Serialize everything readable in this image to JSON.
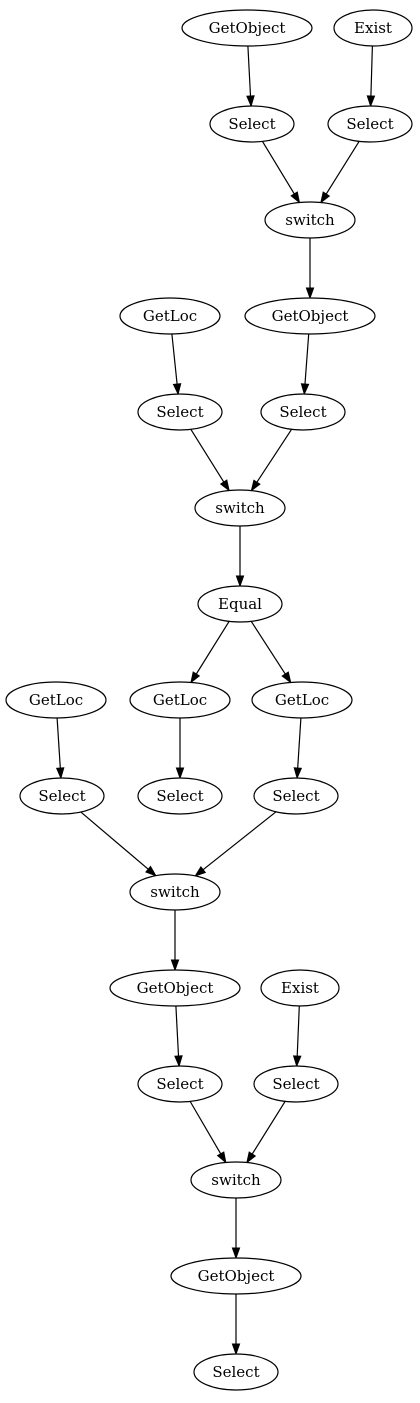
{
  "diagram": {
    "nodes": [
      {
        "id": "n1",
        "label": "GetObject"
      },
      {
        "id": "n2",
        "label": "Exist"
      },
      {
        "id": "n3",
        "label": "Select"
      },
      {
        "id": "n4",
        "label": "Select"
      },
      {
        "id": "n5",
        "label": "switch"
      },
      {
        "id": "n6",
        "label": "GetLoc"
      },
      {
        "id": "n7",
        "label": "GetObject"
      },
      {
        "id": "n8",
        "label": "Select"
      },
      {
        "id": "n9",
        "label": "Select"
      },
      {
        "id": "n10",
        "label": "switch"
      },
      {
        "id": "n11",
        "label": "Equal"
      },
      {
        "id": "n12",
        "label": "GetLoc"
      },
      {
        "id": "n13",
        "label": "GetLoc"
      },
      {
        "id": "n14",
        "label": "GetLoc"
      },
      {
        "id": "n15",
        "label": "Select"
      },
      {
        "id": "n16",
        "label": "Select"
      },
      {
        "id": "n17",
        "label": "Select"
      },
      {
        "id": "n18",
        "label": "switch"
      },
      {
        "id": "n19",
        "label": "GetObject"
      },
      {
        "id": "n20",
        "label": "Exist"
      },
      {
        "id": "n21",
        "label": "Select"
      },
      {
        "id": "n22",
        "label": "Select"
      },
      {
        "id": "n23",
        "label": "switch"
      },
      {
        "id": "n24",
        "label": "GetObject"
      },
      {
        "id": "n25",
        "label": "Select"
      }
    ],
    "edges": [
      {
        "from": "n1",
        "to": "n3"
      },
      {
        "from": "n2",
        "to": "n4"
      },
      {
        "from": "n3",
        "to": "n5"
      },
      {
        "from": "n4",
        "to": "n5"
      },
      {
        "from": "n5",
        "to": "n7"
      },
      {
        "from": "n6",
        "to": "n8"
      },
      {
        "from": "n7",
        "to": "n9"
      },
      {
        "from": "n8",
        "to": "n10"
      },
      {
        "from": "n9",
        "to": "n10"
      },
      {
        "from": "n10",
        "to": "n11"
      },
      {
        "from": "n11",
        "to": "n13"
      },
      {
        "from": "n11",
        "to": "n14"
      },
      {
        "from": "n12",
        "to": "n15"
      },
      {
        "from": "n13",
        "to": "n16"
      },
      {
        "from": "n14",
        "to": "n17"
      },
      {
        "from": "n15",
        "to": "n18"
      },
      {
        "from": "n17",
        "to": "n18"
      },
      {
        "from": "n18",
        "to": "n19"
      },
      {
        "from": "n19",
        "to": "n21"
      },
      {
        "from": "n20",
        "to": "n22"
      },
      {
        "from": "n21",
        "to": "n23"
      },
      {
        "from": "n22",
        "to": "n23"
      },
      {
        "from": "n23",
        "to": "n24"
      },
      {
        "from": "n24",
        "to": "n25"
      }
    ]
  }
}
